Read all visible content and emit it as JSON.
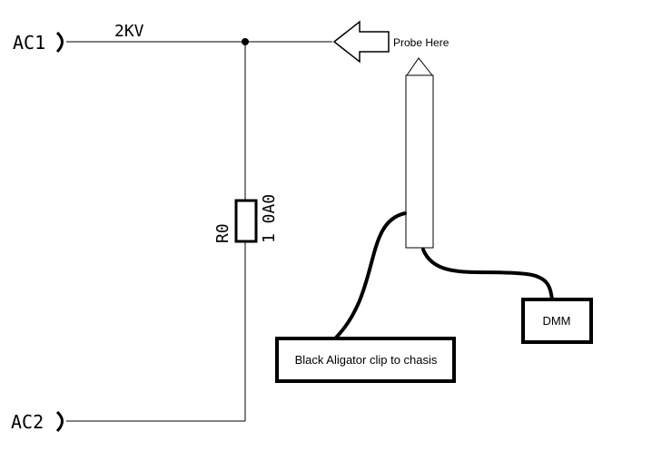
{
  "nodes": {
    "ac1": "AC1",
    "ac2": "AC2",
    "voltage": "2KV"
  },
  "resistor": {
    "designator": "R0",
    "value": "1 0A0"
  },
  "probe": {
    "label": "Probe Here"
  },
  "boxes": {
    "dmm": "DMM",
    "clip": "Black Aligator clip to chasis"
  },
  "colors": {
    "wire": "#000000",
    "background": "#ffffff"
  }
}
